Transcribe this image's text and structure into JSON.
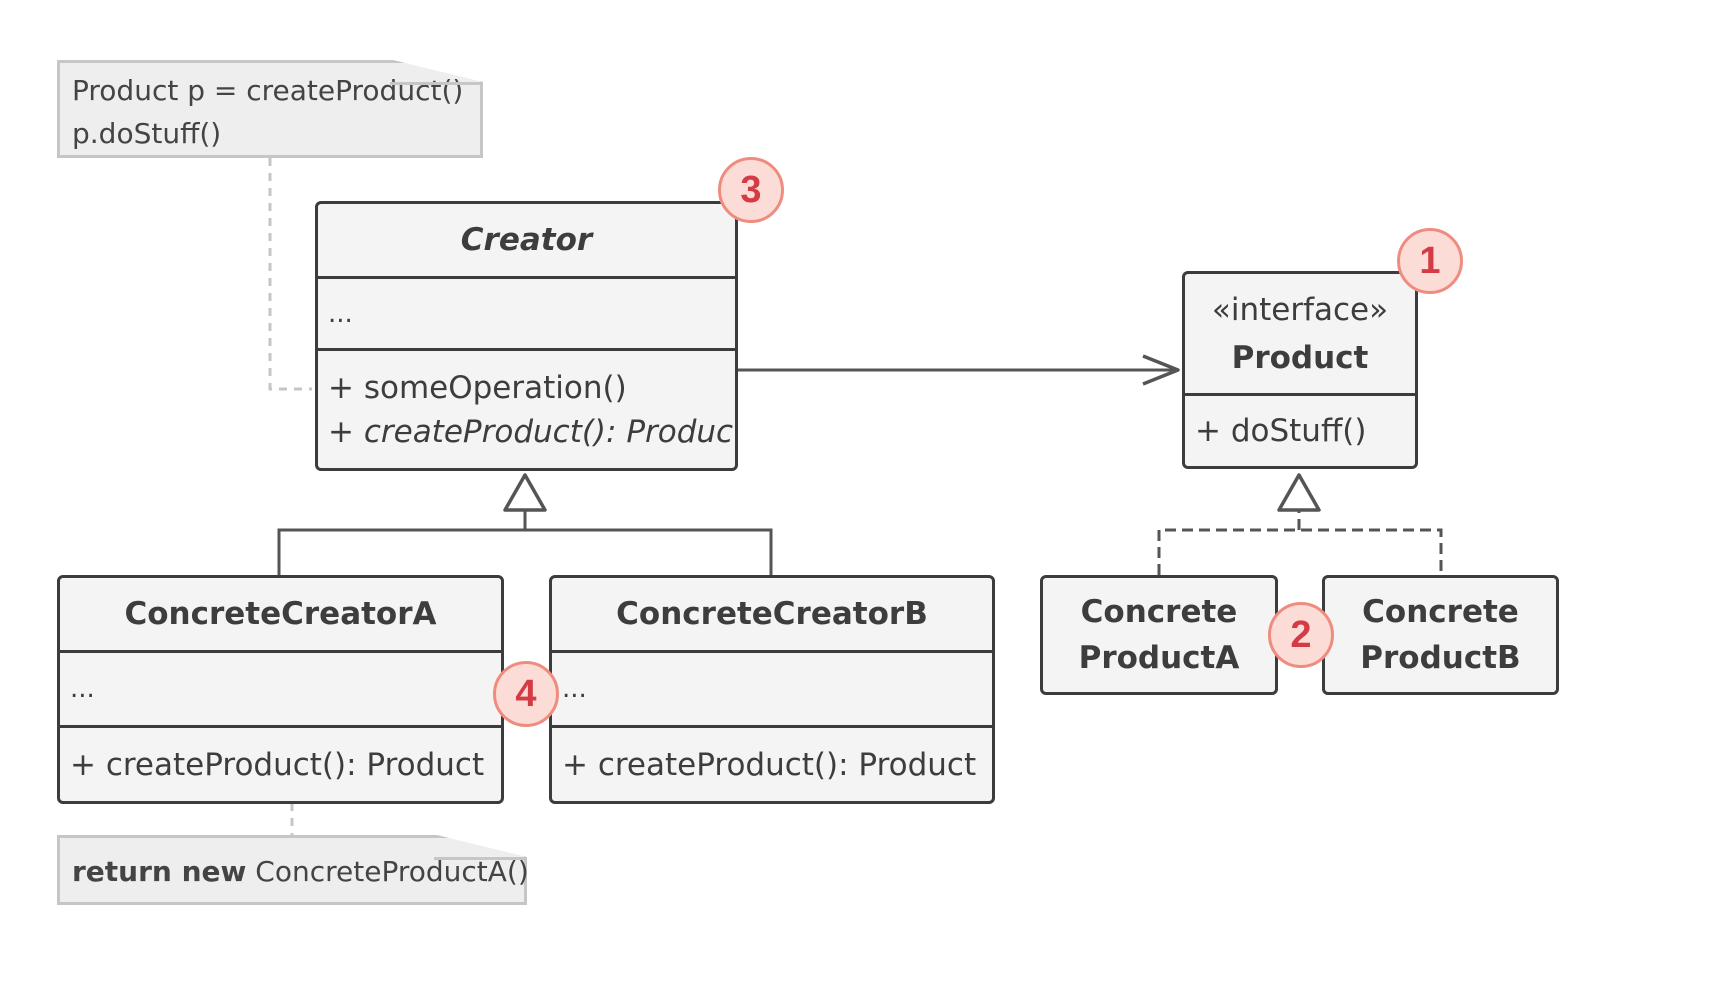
{
  "notes": {
    "top": {
      "line1": "Product p = createProduct()",
      "line2": "p.doStuff()"
    },
    "bottom": {
      "keyword": "return new",
      "rest": " ConcreteProductA()"
    }
  },
  "creator": {
    "name": "Creator",
    "fields": "...",
    "methods": [
      "+ someOperation()",
      "+ createProduct(): Product"
    ]
  },
  "product": {
    "stereotype": "«interface»",
    "name": "Product",
    "methods": [
      "+ doStuff()"
    ]
  },
  "concrete_creator_a": {
    "name": "ConcreteCreatorA",
    "fields": "...",
    "method": "+ createProduct(): Product"
  },
  "concrete_creator_b": {
    "name": "ConcreteCreatorB",
    "fields": "...",
    "method": "+ createProduct(): Product"
  },
  "concrete_product_a": {
    "line1": "Concrete",
    "line2": "ProductA"
  },
  "concrete_product_b": {
    "line1": "Concrete",
    "line2": "ProductB"
  },
  "badges": {
    "product": "1",
    "concrete_products": "2",
    "creator": "3",
    "concrete_creators": "4"
  },
  "colors": {
    "badge_fill": "#fcdcd6",
    "badge_border": "#f08c7f",
    "badge_text": "#d43b44",
    "box_fill": "#f4f4f4",
    "box_border": "#3c3c3c",
    "note_fill": "#eeeeee"
  }
}
